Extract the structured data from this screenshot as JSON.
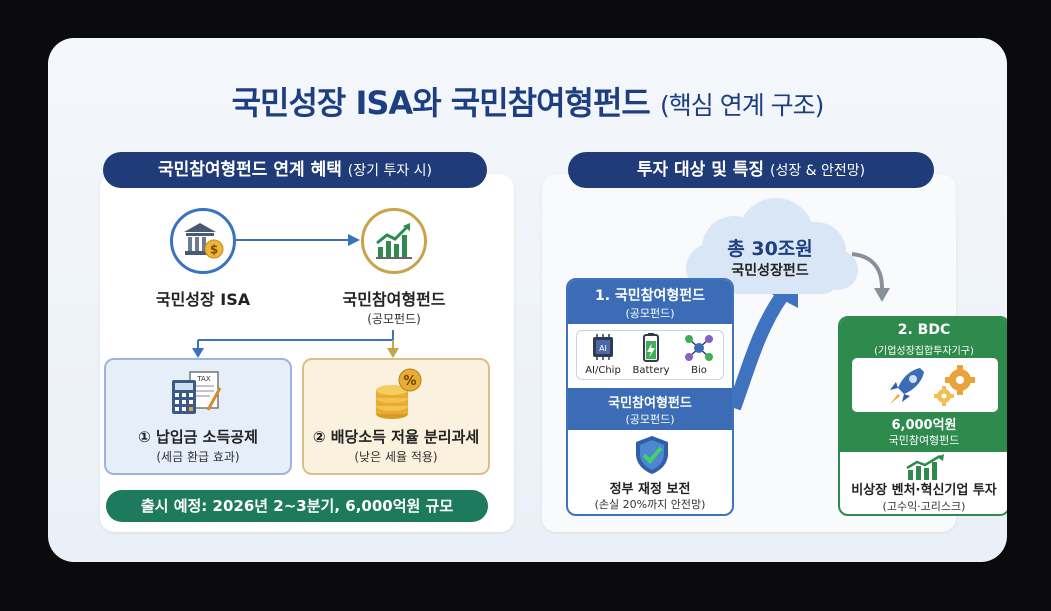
{
  "title": {
    "main": "국민성장 ISA와 국민참여형펀드",
    "sub": "(핵심 연계 구조)"
  },
  "left_panel": {
    "header": "국민참여형펀드 연계 혜택",
    "header_sub": "(장기 투자 시)",
    "isa_label": "국민성장 ISA",
    "fund_label": "국민참여형펀드",
    "fund_sub": "(공모펀드)",
    "benefit1": {
      "title": "① 납입금 소득공제",
      "sub": "(세금 환급 효과)",
      "icon_text": "TAX"
    },
    "benefit2": {
      "title": "② 배당소득 저율 분리과세",
      "sub": "(낮은 세율 적용)"
    },
    "launch": "출시 예정: 2026년 2~3분기, 6,000억원 규모"
  },
  "right_panel": {
    "header": "투자 대상 및 특징",
    "header_sub": "(성장 & 안전망)",
    "cloud": {
      "total": "총 30조원",
      "name": "국민성장펀드"
    },
    "box1": {
      "title": "1. 국민참여형펀드",
      "title_sub": "(공모펀드)",
      "sectors": [
        {
          "label": "AI/Chip",
          "icon": "chip-icon",
          "chip_text": "AI"
        },
        {
          "label": "Battery",
          "icon": "battery-icon"
        },
        {
          "label": "Bio",
          "icon": "molecule-icon"
        }
      ],
      "band_title": "국민참여형펀드",
      "band_sub": "(공모펀드)",
      "foot_title": "정부 재정 보전",
      "foot_sub": "(손실 20%까지 안전망)"
    },
    "box2": {
      "title": "2. BDC",
      "title_sub": "(기업성장집합투자기구)",
      "band_title": "6,000억원",
      "band_sub": "국민참여형펀드",
      "foot_title": "비상장 벤처·혁신기업 투자",
      "foot_sub": "(고수익·고리스크)"
    }
  },
  "colors": {
    "navy": "#1f3b78",
    "blue": "#3b6cb5",
    "green": "#2f8a4e",
    "gold": "#c9a34a",
    "teal": "#1d7a5c"
  }
}
